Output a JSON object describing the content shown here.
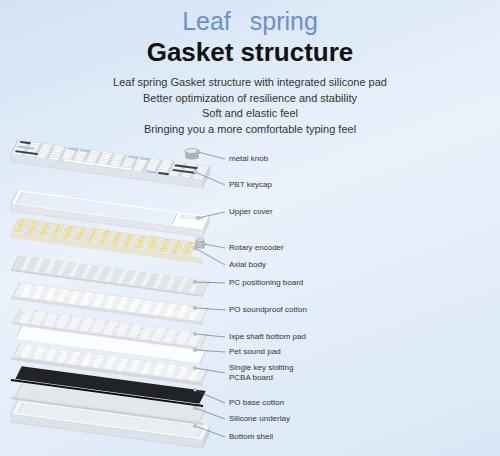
{
  "diagram": {
    "title": "Leaf spring Gasket structure",
    "labels": [
      "Leaf spring Gasket structure with integrated silicone pad",
      "Better optimization of resilience and stability",
      "Soft and elastic feel",
      "Bringing you a more comfortable typing feel",
      "metal knob",
      "PBT keycap",
      "Upper cover",
      "Rotary encoder",
      "Axial body",
      "PC positioning board",
      "PO soundproof cotton",
      "Ixpe shaft bottom pad",
      "Pet sound pad",
      "Single key slotting PCBA board",
      "PO base cotton",
      "Silicone underlay",
      "Bottom shell"
    ]
  }
}
